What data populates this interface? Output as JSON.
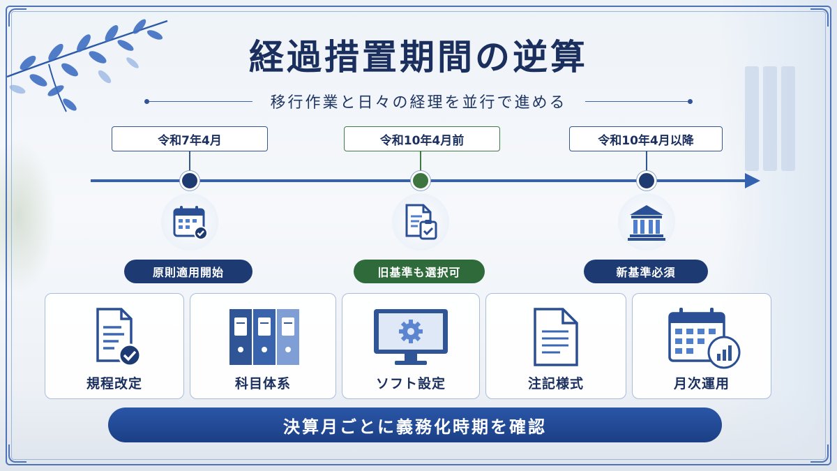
{
  "header": {
    "title": "経過措置期間の逆算",
    "subtitle": "移行作業と日々の経理を並行で進める"
  },
  "timeline": [
    {
      "date": "令和7年4月",
      "status": "原則適用開始",
      "icon": "calendar-check-icon",
      "color": "#1e3a72"
    },
    {
      "date": "令和10年4月前",
      "status": "旧基準も選択可",
      "icon": "document-clipboard-icon",
      "color": "#2f6b3a"
    },
    {
      "date": "令和10年4月以降",
      "status": "新基準必須",
      "icon": "bank-building-icon",
      "color": "#1e3a72"
    }
  ],
  "tasks": [
    {
      "label": "規程改定",
      "icon": "document-check-icon"
    },
    {
      "label": "科目体系",
      "icon": "binders-icon"
    },
    {
      "label": "ソフト設定",
      "icon": "monitor-gear-icon"
    },
    {
      "label": "注記様式",
      "icon": "document-lines-icon"
    },
    {
      "label": "月次運用",
      "icon": "calendar-chart-icon"
    }
  ],
  "footer": {
    "banner": "決算月ごとに義務化時期を確認"
  },
  "colors": {
    "navy": "#1e3a72",
    "green": "#2f6b3a",
    "accent": "#3461b0"
  }
}
